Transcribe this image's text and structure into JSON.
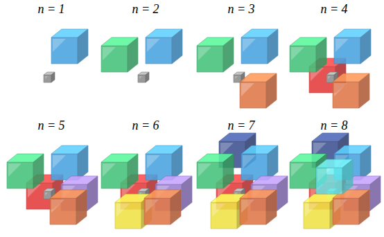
{
  "diagram": {
    "labels": [
      "n = 1",
      "n = 2",
      "n = 3",
      "n = 4",
      "n = 5",
      "n = 6",
      "n = 7",
      "n = 8"
    ]
  }
}
